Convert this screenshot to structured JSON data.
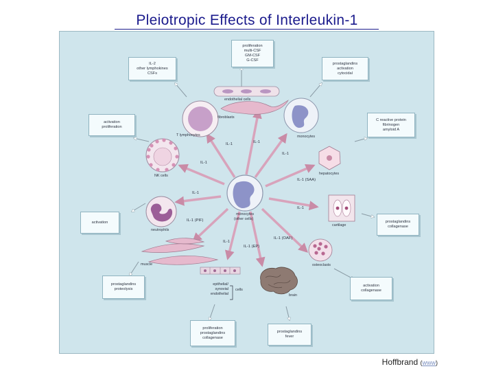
{
  "title": "Pleiotropic Effects of Interleukin-1",
  "credit": {
    "author": "Hoffbrand",
    "link_text": "www",
    "open": "(",
    "close": ")"
  },
  "boxes": {
    "top": [
      "proliferation",
      "multi-CSF",
      "GM-CSF",
      "G-CSF"
    ],
    "tl": [
      "IL-2",
      "other lymphokines",
      "CSFs"
    ],
    "tr": [
      "prostaglandins",
      "activation",
      "cytocidal"
    ],
    "l1": [
      "activation",
      "proliferation"
    ],
    "r1": [
      "C reactive protein",
      "fibrinogen",
      "amyloid A"
    ],
    "l2": [
      "activation"
    ],
    "r2": [
      "prostaglandins",
      "collagenase"
    ],
    "bl": [
      "prostaglandins",
      "proteolysis"
    ],
    "br": [
      "activation",
      "collagenase"
    ],
    "b1": [
      "proliferation",
      "prostaglandins",
      "collagenase"
    ],
    "b2": [
      "prostaglandins",
      "fever"
    ]
  },
  "cells": {
    "endothelial": "endothelial cells",
    "fibroblasts": "fibroblasts",
    "t_lymph": "T lymphocytes",
    "monocytes_top": "monocytes",
    "nk": "NK cells",
    "hepatocytes": "hepatocytes",
    "center": "monocytes",
    "center2": "(other cells)",
    "cartilage": "cartilage",
    "neutrophils": "neutrophils",
    "osteoclasts": "osteoclasts",
    "muscle": "muscle",
    "cells_list": [
      "epithelial/",
      "synovial",
      "endothelial"
    ],
    "cells_word": "cells",
    "brain": "brain"
  },
  "il_labels": {
    "a": "IL-1",
    "b": "IL-1",
    "c": "IL-1",
    "d": "IL-1",
    "e": "IL-1 (SAA)",
    "f": "IL-1",
    "g": "IL-1",
    "h": "IL-1 (PIF)",
    "i": "IL-1",
    "j": "IL-1 (EP)",
    "k": "IL-1 (OAF)"
  }
}
